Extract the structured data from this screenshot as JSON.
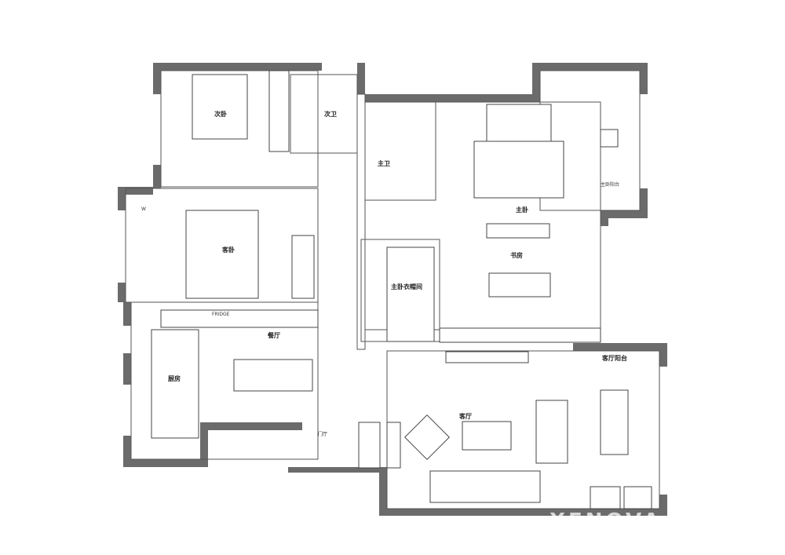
{
  "plan": {
    "rooms": {
      "second_bedroom": "次卧",
      "second_bath": "次卫",
      "master_bath": "主卫",
      "master_bedroom": "主卧",
      "master_balcony": "主卧阳台",
      "guest_bedroom": "客卧",
      "study": "书房",
      "master_closet": "主卧衣帽间",
      "dining": "餐厅",
      "kitchen": "厨房",
      "foyer": "门厅",
      "living": "客厅",
      "living_balcony": "客厅阳台"
    },
    "appliances": {
      "fridge": "FRIDGE",
      "washer": "W"
    },
    "watermark": "XENOVA"
  },
  "colors": {
    "wall": "#6b6b6b",
    "line": "#444444"
  }
}
